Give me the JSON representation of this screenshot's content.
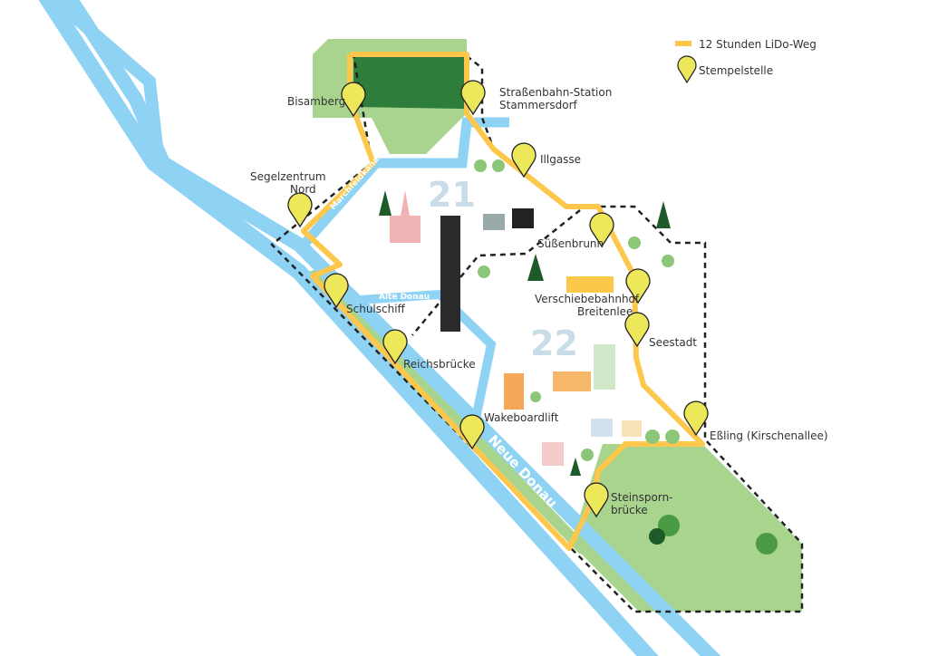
{
  "legend": {
    "route_label": "12 Stunden LiDo-Weg",
    "stamp_label": "Stempelstelle"
  },
  "districts": [
    "21",
    "22"
  ],
  "waters": {
    "donau": "Donau",
    "neue_donau": "Neue Donau",
    "alte_donau": "Alte Donau",
    "marchfeldkanal": "Marchfeldkanal"
  },
  "stations": [
    {
      "name": "Bisamberg"
    },
    {
      "name": "Straßenbahn-Station",
      "name2": "Stammersdorf"
    },
    {
      "name": "Illgasse"
    },
    {
      "name": "Süßenbrunn"
    },
    {
      "name": "Verschiebebahnhof",
      "name2": "Breitenlee"
    },
    {
      "name": "Seestadt"
    },
    {
      "name": "Eßling (Kirschenallee)"
    },
    {
      "name": "Steinsporn-",
      "name2": "brücke"
    },
    {
      "name": "Wakeboardlift"
    },
    {
      "name": "Reichsbrücke"
    },
    {
      "name": "Schulschiff"
    },
    {
      "name": "Segelzentrum",
      "name2": "Nord"
    }
  ],
  "colors": {
    "route": "#fcc74a",
    "water": "#8fd3f4",
    "park": "#a9d48e",
    "pin": "#ece85a",
    "dash": "#222222"
  }
}
